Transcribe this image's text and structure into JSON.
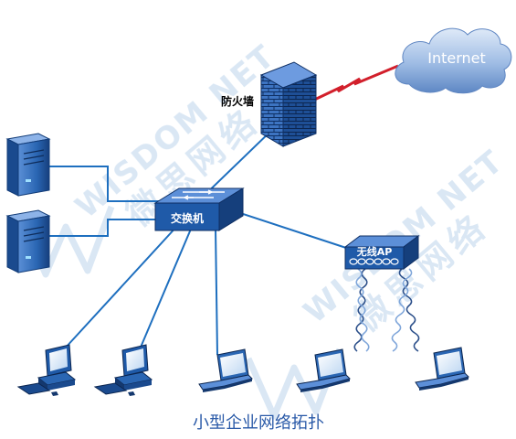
{
  "diagram": {
    "caption": "小型企业网络拓扑",
    "watermark": {
      "brand": "WISDOM NET",
      "chinese": "微思网络"
    },
    "nodes": {
      "internet": {
        "label": "Internet"
      },
      "firewall": {
        "label": "防火墙"
      },
      "switch": {
        "label": "交换机"
      },
      "wireless_ap": {
        "label": "无线AP"
      }
    },
    "colors": {
      "link": "#1e6fbf",
      "wan_link": "#d21f2b",
      "device_blue": "#2a66b3",
      "device_dark": "#14386e",
      "cloud": "#6a98d3",
      "watermark": "#b9d3ec"
    },
    "icons": {
      "server": "server-icon",
      "desktop": "desktop-computer-icon",
      "laptop": "laptop-icon",
      "cloud": "cloud-icon",
      "firewall": "firewall-icon",
      "switch": "switch-icon",
      "access_point": "wireless-ap-icon"
    }
  }
}
